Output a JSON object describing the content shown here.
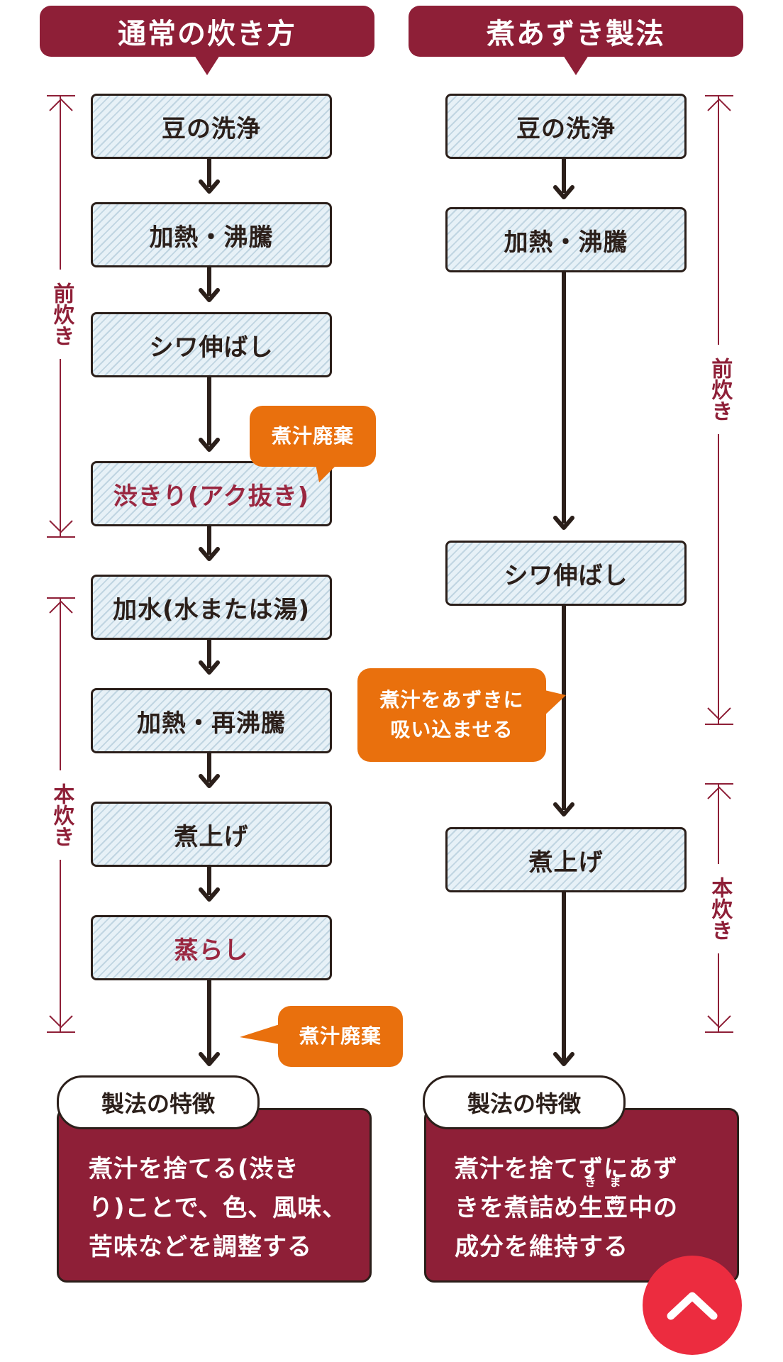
{
  "left": {
    "title": "通常の炊き方",
    "steps": [
      "豆の洗浄",
      "加熱・沸騰",
      "シワ伸ばし",
      "渋きり(アク抜き)",
      "加水(水または湯)",
      "加熱・再沸騰",
      "煮上げ",
      "蒸らし"
    ],
    "callout1": "煮汁廃棄",
    "callout2": "煮汁廃棄",
    "range_pre": "前炊き",
    "range_main": "本炊き",
    "feature_title": "製法の特徴",
    "feature_lines": [
      "煮汁を捨てる(渋き",
      "り)ことで、色、風味、",
      "苦味などを調整する"
    ]
  },
  "right": {
    "title": "煮あずき製法",
    "steps": [
      "豆の洗浄",
      "加熱・沸騰",
      "シワ伸ばし",
      "煮上げ"
    ],
    "callout_lines": [
      "煮汁をあずきに",
      "吸い込ませる"
    ],
    "range_pre": "前炊き",
    "range_main": "本炊き",
    "feature_title": "製法の特徴",
    "feature_line1": "煮汁を捨てずにあず",
    "feature_line2_pre": "きを煮詰め",
    "ruby_sei": "生",
    "ruby_sei_reading": "き",
    "ruby_mame": "豆",
    "ruby_mame_reading": "まめ",
    "feature_line2_post": "中の",
    "feature_line3": "成分を維持する"
  },
  "colors": {
    "accent": "#8e1f37",
    "callout": "#e9700d",
    "step_bg": "#e7f1f7",
    "scroll_button": "#ec2c3f"
  },
  "scroll_top_icon": "chevron-up-icon"
}
